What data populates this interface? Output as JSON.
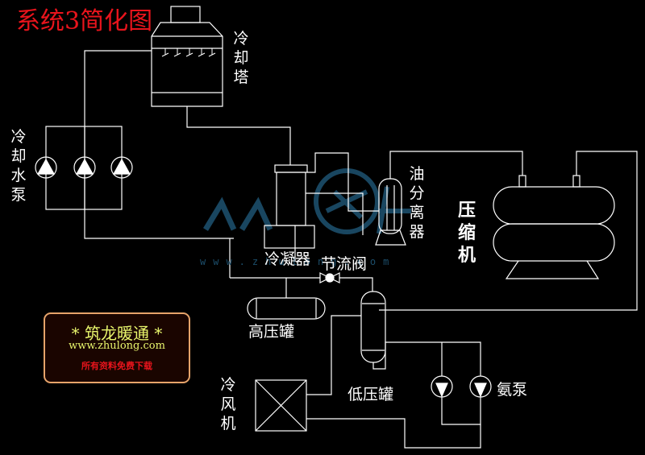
{
  "title": "系统3简化图",
  "labels": {
    "cooling_tower": "冷却塔",
    "cooling_water_pump": "冷却水泵",
    "condenser": "冷凝器",
    "throttle_valve": "节流阀",
    "oil_separator": "油分离器",
    "compressor": "压缩机",
    "high_pressure_tank": "高压罐",
    "low_pressure_tank": "低压罐",
    "air_cooler": "冷风机",
    "ammonia_pump": "氨泵"
  },
  "watermark": "www.zhulong.com",
  "logo": {
    "name": "* 筑龙暖通 *",
    "url": "www.zhulong.com",
    "tagline": "所有资料免费下载"
  },
  "colors": {
    "background": "#000000",
    "line": "#ffffff",
    "title": "#e8141c",
    "watermark": "#1c4e6b",
    "logo_border": "#e6a36a",
    "logo_text": "#e8f56c"
  }
}
